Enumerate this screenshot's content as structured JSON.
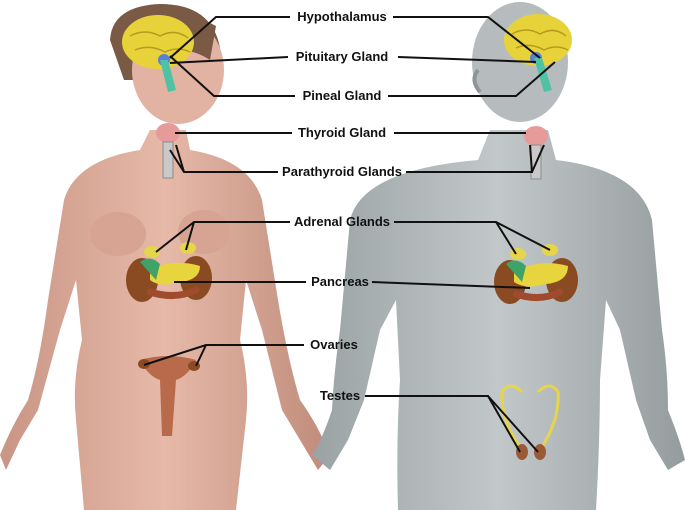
{
  "labels": {
    "hypothalamus": "Hypothalamus",
    "pituitary": "Pituitary Gland",
    "pineal": "Pineal Gland",
    "thyroid": "Thyroid Gland",
    "parathyroid": "Parathyroid Glands",
    "adrenal": "Adrenal Glands",
    "pancreas": "Pancreas",
    "ovaries": "Ovaries",
    "testes": "Testes"
  },
  "colors": {
    "female_skin": "#e2b3a3",
    "male_skin": "#aeb5b6",
    "brain": "#e8d23a",
    "pituitary": "#5b7fd6",
    "pineal": "#4ec2a3",
    "thyroid": "#e79a9a",
    "kidney": "#8a4a22",
    "adrenal": "#e6d54a",
    "pancreas": "#e8d43c",
    "uterus": "#b86a4a",
    "vas": "#e6d54a",
    "leader_line": "#111111"
  }
}
